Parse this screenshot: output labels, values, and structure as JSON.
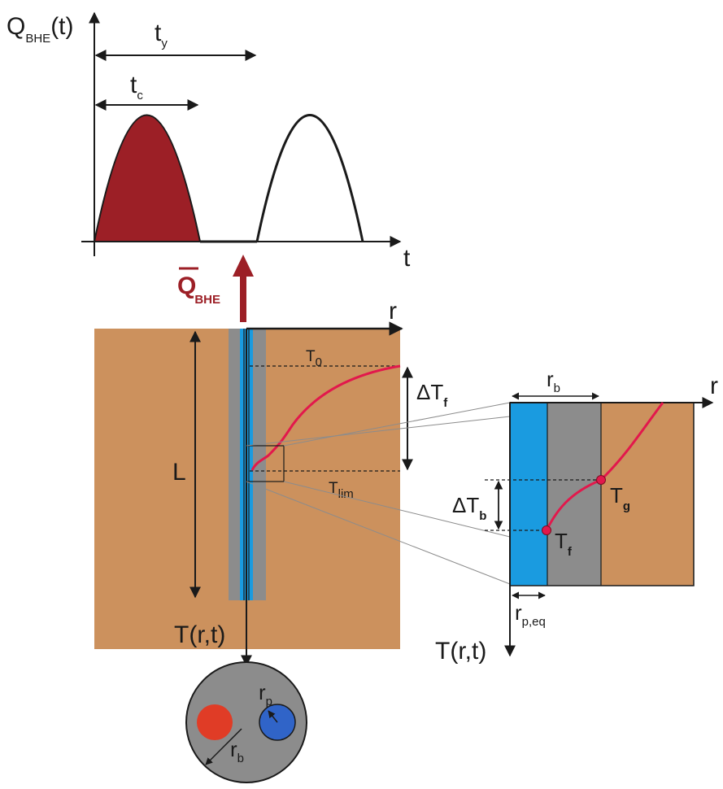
{
  "colors": {
    "ground": "#cc915d",
    "grout": "#8c8c8c",
    "pipe": "#1a9be0",
    "fluid_curve": "#e2184c",
    "load_fill": "#9c1f26",
    "arrow_red": "#9c1f26",
    "pipe_hot": "#e03c26",
    "pipe_cold": "#3064c8",
    "line": "#1a1a1a"
  },
  "load_plot": {
    "y_label_main": "Q",
    "y_label_sub": "BHE",
    "y_label_arg": "(t)",
    "x_label": "t",
    "period_label_main": "t",
    "period_label_sub": "y",
    "cycle_label_main": "t",
    "cycle_label_sub": "c"
  },
  "mean_load": {
    "label_main": "Q",
    "label_sub": "BHE"
  },
  "ground_section": {
    "axis_label": "r",
    "length_label": "L",
    "t0_main": "T",
    "t0_sub": "0",
    "tlim_main": "T",
    "tlim_sub": "lim",
    "delta_tf_main": "ΔT",
    "delta_tf_sub": "f",
    "bottom_label": "T(r,t)"
  },
  "detail_view": {
    "axis_label": "r",
    "rb_main": "r",
    "rb_sub": "b",
    "delta_tb_main": "ΔT",
    "delta_tb_sub": "b",
    "tg_main": "T",
    "tg_sub": "g",
    "tf_main": "T",
    "tf_sub": "f",
    "rpeq_main": "r",
    "rpeq_sub": "p,eq",
    "bottom_label": "T(r,t)"
  },
  "cross_section": {
    "rp_main": "r",
    "rp_sub": "p",
    "rb_main": "r",
    "rb_sub": "b"
  }
}
